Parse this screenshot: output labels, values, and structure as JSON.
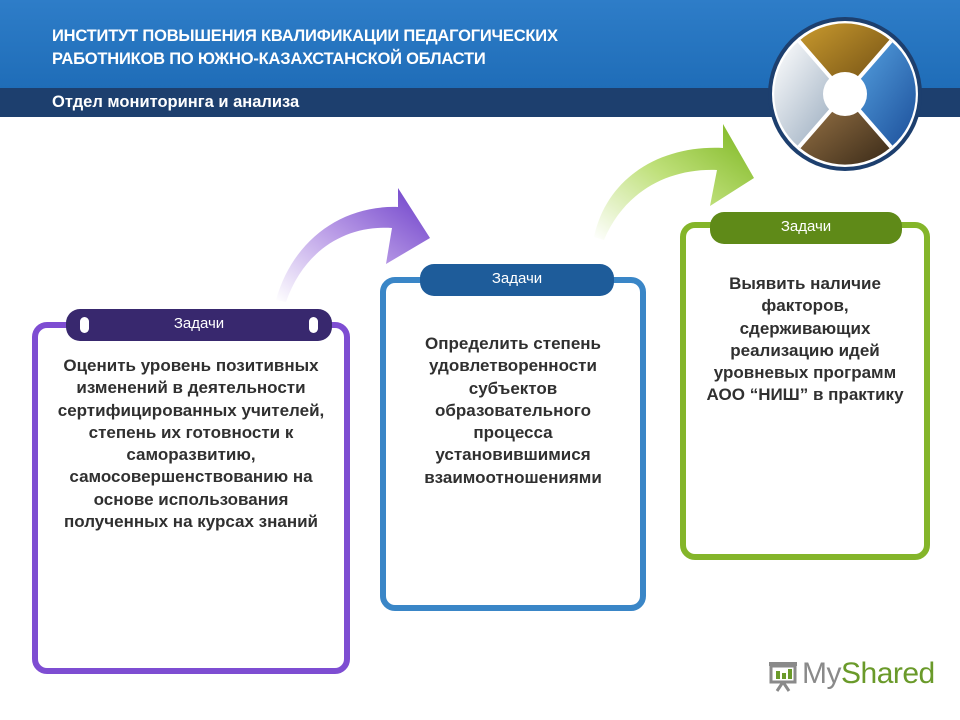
{
  "header": {
    "title_line1": "ИНСТИТУТ ПОВЫШЕНИЯ КВАЛИФИКАЦИИ ПЕДАГОГИЧЕСКИХ",
    "title_line2": "РАБОТНИКОВ ПО ЮЖНО-КАЗАХСТАНСКОЙ ОБЛАСТИ",
    "subtitle": "Отдел мониторинга и анализа"
  },
  "cards": [
    {
      "label": "Задачи",
      "color": "#7e4dd2",
      "text": "Оценить уровень позитивных изменений в деятельности сертифицированных учителей,  степень их готовности  к саморазвитию, самосовершенствованию на основе использования полученных на курсах знаний"
    },
    {
      "label": "Задачи",
      "color": "#3a86c7",
      "text": "Определить степень удовлетворенности субъектов образовательного процесса установившимися взаимоотношениями"
    },
    {
      "label": "Задачи",
      "color": "#84b52a",
      "text": "Выявить наличие факторов, сдерживающих реализацию идей уровневых программ АОО “НИШ” в практику"
    }
  ],
  "brand": {
    "my": "My",
    "shared": "Shared"
  },
  "icons": {
    "logo": "photo-collage-wheel-icon",
    "brand_icon": "presentation-board-icon"
  }
}
